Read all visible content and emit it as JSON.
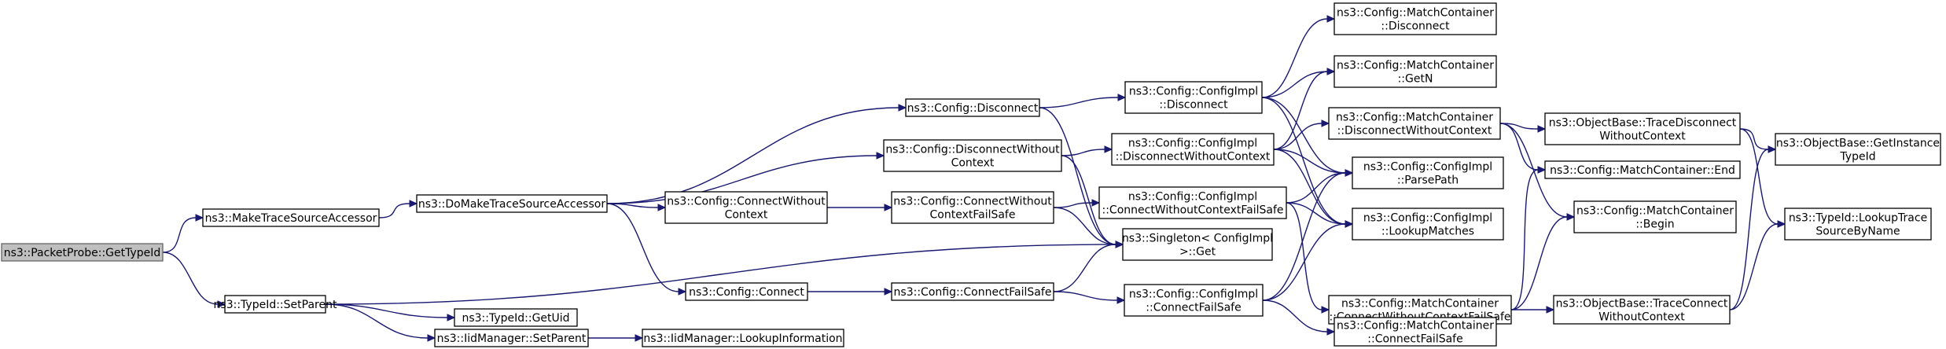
{
  "diagram": {
    "colors": {
      "edge": "#191970",
      "node_border": "#000000",
      "root_fill": "#bfbfbf",
      "root_border": "#666666",
      "node_fill": "#ffffff"
    },
    "nodes": [
      {
        "id": "getTypeId",
        "lines": [
          "ns3::PacketProbe::GetTypeId"
        ],
        "root": true
      },
      {
        "id": "makeTSA",
        "lines": [
          "ns3::MakeTraceSourceAccessor"
        ]
      },
      {
        "id": "setParent",
        "lines": [
          "ns3::TypeId::SetParent"
        ]
      },
      {
        "id": "doMakeTSA",
        "lines": [
          "ns3::DoMakeTraceSourceAccessor"
        ]
      },
      {
        "id": "getUid",
        "lines": [
          "ns3::TypeId::GetUid"
        ]
      },
      {
        "id": "iidSetParent",
        "lines": [
          "ns3::IidManager::SetParent"
        ]
      },
      {
        "id": "iidLookup",
        "lines": [
          "ns3::IidManager::LookupInformation"
        ]
      },
      {
        "id": "cfgDisconnect",
        "lines": [
          "ns3::Config::Disconnect"
        ]
      },
      {
        "id": "cfgDisconnectWC",
        "lines": [
          "ns3::Config::DisconnectWithout",
          "Context"
        ]
      },
      {
        "id": "cfgConnectWC",
        "lines": [
          "ns3::Config::ConnectWithout",
          "Context"
        ]
      },
      {
        "id": "cfgConnect",
        "lines": [
          "ns3::Config::Connect"
        ]
      },
      {
        "id": "cfgConnectWCFS",
        "lines": [
          "ns3::Config::ConnectWithout",
          "ContextFailSafe"
        ]
      },
      {
        "id": "cfgConnectFS",
        "lines": [
          "ns3::Config::ConnectFailSafe"
        ]
      },
      {
        "id": "implDisconnect",
        "lines": [
          "ns3::Config::ConfigImpl",
          "::Disconnect"
        ]
      },
      {
        "id": "implDisconnectWC",
        "lines": [
          "ns3::Config::ConfigImpl",
          "::DisconnectWithoutContext"
        ]
      },
      {
        "id": "implConnectWCFS",
        "lines": [
          "ns3::Config::ConfigImpl",
          "::ConnectWithoutContextFailSafe"
        ]
      },
      {
        "id": "singletonGet",
        "lines": [
          "ns3::Singleton< ConfigImpl",
          " >::Get"
        ]
      },
      {
        "id": "implConnectFS",
        "lines": [
          "ns3::Config::ConfigImpl",
          "::ConnectFailSafe"
        ]
      },
      {
        "id": "mcDisconnect",
        "lines": [
          "ns3::Config::MatchContainer",
          "::Disconnect"
        ]
      },
      {
        "id": "mcGetN",
        "lines": [
          "ns3::Config::MatchContainer",
          "::GetN"
        ]
      },
      {
        "id": "mcDisconnectWC",
        "lines": [
          "ns3::Config::MatchContainer",
          "::DisconnectWithoutContext"
        ]
      },
      {
        "id": "parsePath",
        "lines": [
          "ns3::Config::ConfigImpl",
          "::ParsePath"
        ]
      },
      {
        "id": "lookupMatches",
        "lines": [
          "ns3::Config::ConfigImpl",
          "::LookupMatches"
        ]
      },
      {
        "id": "mcConnectWCFS",
        "lines": [
          "ns3::Config::MatchContainer",
          "::ConnectWithoutContextFailSafe"
        ]
      },
      {
        "id": "mcConnectFS",
        "lines": [
          "ns3::Config::MatchContainer",
          "::ConnectFailSafe"
        ]
      },
      {
        "id": "obTraceDisconnect",
        "lines": [
          "ns3::ObjectBase::TraceDisconnect",
          "WithoutContext"
        ]
      },
      {
        "id": "mcEnd",
        "lines": [
          "ns3::Config::MatchContainer::End"
        ]
      },
      {
        "id": "mcBegin",
        "lines": [
          "ns3::Config::MatchContainer",
          "::Begin"
        ]
      },
      {
        "id": "obTraceConnect",
        "lines": [
          "ns3::ObjectBase::TraceConnect",
          "WithoutContext"
        ]
      },
      {
        "id": "obGetInstance",
        "lines": [
          "ns3::ObjectBase::GetInstance",
          "TypeId"
        ]
      },
      {
        "id": "lookupTSBN",
        "lines": [
          "ns3::TypeId::LookupTrace",
          "SourceByName"
        ]
      }
    ],
    "edges": [
      [
        "getTypeId",
        "makeTSA"
      ],
      [
        "getTypeId",
        "setParent"
      ],
      [
        "makeTSA",
        "doMakeTSA"
      ],
      [
        "doMakeTSA",
        "cfgDisconnect"
      ],
      [
        "doMakeTSA",
        "cfgDisconnectWC"
      ],
      [
        "doMakeTSA",
        "cfgConnectWC"
      ],
      [
        "doMakeTSA",
        "cfgConnect"
      ],
      [
        "setParent",
        "singletonGet"
      ],
      [
        "setParent",
        "getUid"
      ],
      [
        "setParent",
        "iidSetParent"
      ],
      [
        "iidSetParent",
        "iidLookup"
      ],
      [
        "cfgDisconnect",
        "implDisconnect"
      ],
      [
        "cfgDisconnect",
        "singletonGet"
      ],
      [
        "cfgDisconnectWC",
        "implDisconnectWC"
      ],
      [
        "cfgDisconnectWC",
        "singletonGet"
      ],
      [
        "cfgConnectWC",
        "cfgConnectWCFS"
      ],
      [
        "cfgConnect",
        "cfgConnectFS"
      ],
      [
        "cfgConnectWCFS",
        "implConnectWCFS"
      ],
      [
        "cfgConnectWCFS",
        "singletonGet"
      ],
      [
        "cfgConnectFS",
        "implConnectFS"
      ],
      [
        "cfgConnectFS",
        "singletonGet"
      ],
      [
        "implDisconnect",
        "mcDisconnect"
      ],
      [
        "implDisconnect",
        "mcGetN"
      ],
      [
        "implDisconnect",
        "parsePath"
      ],
      [
        "implDisconnect",
        "lookupMatches"
      ],
      [
        "implDisconnectWC",
        "mcGetN"
      ],
      [
        "implDisconnectWC",
        "mcDisconnectWC"
      ],
      [
        "implDisconnectWC",
        "parsePath"
      ],
      [
        "implDisconnectWC",
        "lookupMatches"
      ],
      [
        "implConnectWCFS",
        "parsePath"
      ],
      [
        "implConnectWCFS",
        "lookupMatches"
      ],
      [
        "implConnectWCFS",
        "mcConnectWCFS"
      ],
      [
        "implConnectFS",
        "parsePath"
      ],
      [
        "implConnectFS",
        "lookupMatches"
      ],
      [
        "implConnectFS",
        "mcConnectFS"
      ],
      [
        "mcDisconnectWC",
        "obTraceDisconnect"
      ],
      [
        "mcDisconnectWC",
        "mcEnd"
      ],
      [
        "mcDisconnectWC",
        "mcBegin"
      ],
      [
        "mcConnectWCFS",
        "mcEnd"
      ],
      [
        "mcConnectWCFS",
        "mcBegin"
      ],
      [
        "mcConnectWCFS",
        "obTraceConnect"
      ],
      [
        "obTraceDisconnect",
        "obGetInstance"
      ],
      [
        "obTraceDisconnect",
        "lookupTSBN"
      ],
      [
        "obTraceConnect",
        "obGetInstance"
      ],
      [
        "obTraceConnect",
        "lookupTSBN"
      ]
    ]
  }
}
